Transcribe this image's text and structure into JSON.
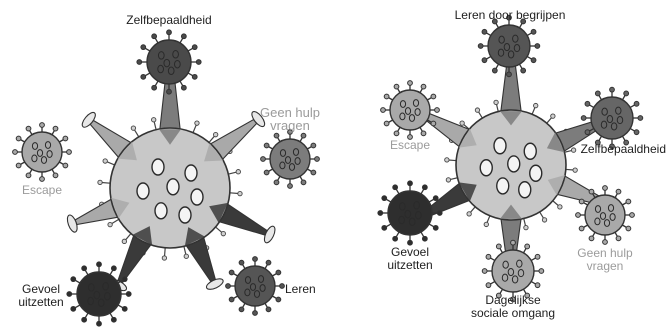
{
  "colors": {
    "dark": "#3a3a3a",
    "mid": "#7c7c7c",
    "light": "#a9a9a9",
    "lightText": "#9b9b9b",
    "ink": "#1e1e1e"
  },
  "diagrams": [
    {
      "labels": [
        {
          "id": "zelfbepaaldheid",
          "lines": [
            "Zelfbepaaldheid"
          ],
          "shade": "mid"
        },
        {
          "id": "geen-hulp-vragen",
          "lines": [
            "Geen hulp",
            "vragen"
          ],
          "shade": "light"
        },
        {
          "id": "escape",
          "lines": [
            "Escape"
          ],
          "shade": "light"
        },
        {
          "id": "leren",
          "lines": [
            "Leren"
          ],
          "shade": "dark"
        },
        {
          "id": "gevoel-uitzetten",
          "lines": [
            "Gevoel",
            "uitzetten"
          ],
          "shade": "dark"
        }
      ]
    },
    {
      "labels": [
        {
          "id": "leren-door-begrijpen",
          "lines": [
            "Leren door begrijpen"
          ],
          "shade": "mid"
        },
        {
          "id": "escape",
          "lines": [
            "Escape"
          ],
          "shade": "light"
        },
        {
          "id": "zelfbepaaldheid",
          "lines": [
            "Zelfbepaaldheid"
          ],
          "shade": "mid"
        },
        {
          "id": "gevoel-uitzetten",
          "lines": [
            "Gevoel",
            "uitzetten"
          ],
          "shade": "dark"
        },
        {
          "id": "geen-hulp-vragen",
          "lines": [
            "Geen hulp",
            "vragen"
          ],
          "shade": "light"
        },
        {
          "id": "dagelijkse-sociale-omgang",
          "lines": [
            "Dagelijkse",
            "sociale omgang"
          ],
          "shade": "mid"
        }
      ]
    }
  ]
}
